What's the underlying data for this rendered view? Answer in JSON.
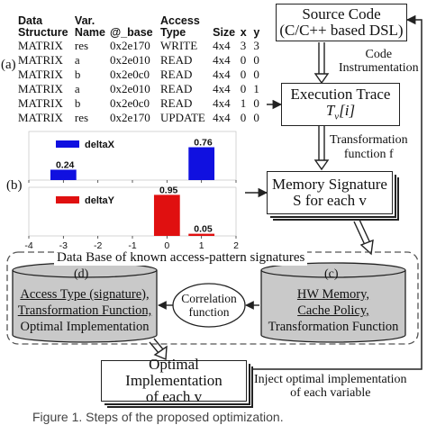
{
  "panel_labels": {
    "a": "(a)",
    "b": "(b)",
    "c": "(c)",
    "d": "(d)"
  },
  "table": {
    "headers": [
      "Data Structure",
      "Var. Name",
      "@_base",
      "Access Type",
      "Size",
      "x",
      "y"
    ],
    "rows": [
      [
        "MATRIX",
        "res",
        "0x2e170",
        "WRITE",
        "4x4",
        "3",
        "3"
      ],
      [
        "MATRIX",
        "a",
        "0x2e010",
        "READ",
        "4x4",
        "0",
        "0"
      ],
      [
        "MATRIX",
        "b",
        "0x2e0c0",
        "READ",
        "4x4",
        "0",
        "0"
      ],
      [
        "MATRIX",
        "a",
        "0x2e010",
        "READ",
        "4x4",
        "0",
        "1"
      ],
      [
        "MATRIX",
        "b",
        "0x2e0c0",
        "READ",
        "4x4",
        "1",
        "0"
      ],
      [
        "MATRIX",
        "res",
        "0x2e170",
        "UPDATE",
        "4x4",
        "0",
        "0"
      ]
    ]
  },
  "boxes": {
    "source_code": [
      "Source Code",
      "(C/C++ based DSL)"
    ],
    "code_instrumentation": [
      "Code",
      "Instrumentation"
    ],
    "execution_trace": [
      "Execution Trace",
      "T_v[i]"
    ],
    "transformation_function": [
      "Transformation",
      "function f"
    ],
    "memory_signature": [
      "Memory Signature",
      "S for each v"
    ],
    "database_title": "Data Base of known access-pattern signatures",
    "db_left": [
      "Access Type (signature),",
      "Transformation Function,",
      "Optimal Implementation"
    ],
    "correlation": [
      "Correlation",
      "function"
    ],
    "db_right": [
      "HW Memory,",
      "Cache Policy,",
      "Transformation Function"
    ],
    "optimal_impl": [
      "Optimal Implementation",
      "of each v"
    ],
    "inject": [
      "Inject optimal implementation",
      "of each variable"
    ]
  },
  "caption": "Figure 1. Steps of the proposed optimization.",
  "chart_data": [
    {
      "type": "bar",
      "series": [
        {
          "name": "deltaX",
          "x": [
            -3,
            1
          ],
          "values": [
            0.24,
            0.76
          ]
        }
      ],
      "color": "#1010e0",
      "xlim": [
        -4,
        2
      ],
      "ylim": [
        0,
        1
      ],
      "data_labels": [
        "0.24",
        "0.76"
      ],
      "legend": "top-left"
    },
    {
      "type": "bar",
      "series": [
        {
          "name": "deltaY",
          "x": [
            0,
            1
          ],
          "values": [
            0.95,
            0.05
          ]
        }
      ],
      "color": "#e01010",
      "xlim": [
        -4,
        2
      ],
      "ylim": [
        0,
        1
      ],
      "data_labels": [
        "0.95",
        "0.05"
      ],
      "x_ticks": [
        "-4",
        "-3",
        "-2",
        "-1",
        "0",
        "1",
        "2"
      ],
      "legend": "top-left"
    }
  ]
}
